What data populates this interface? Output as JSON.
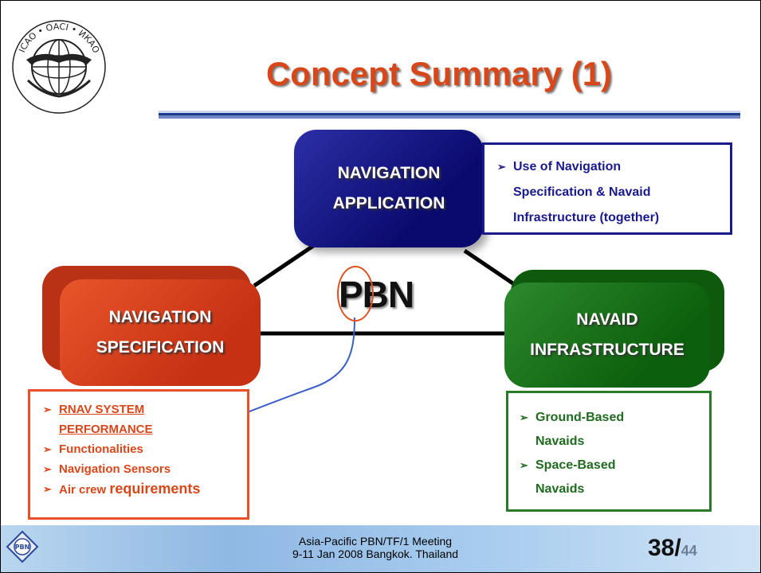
{
  "title": "Concept Summary (1)",
  "diagram": {
    "center_label": "PBN",
    "nodes": {
      "navigation_application": {
        "line1": "NAVIGATION",
        "line2": "APPLICATION",
        "color": "#0a0a6e"
      },
      "navigation_specification": {
        "line1": "NAVIGATION",
        "line2": "SPECIFICATION",
        "color": "#c63113"
      },
      "navaid_infrastructure": {
        "line1": "NAVAID",
        "line2": "INFRASTRUCTURE",
        "color": "#0c5f0c"
      }
    },
    "callouts": {
      "application": [
        "Use of Navigation",
        "Specification & Navaid",
        "Infrastructure (together)"
      ],
      "specification": {
        "items": [
          "RNAV SYSTEM",
          "PERFORMANCE",
          "Functionalities",
          "Navigation Sensors"
        ],
        "last_item_prefix": "Air crew",
        "last_item_emphasis": "requirements"
      },
      "infrastructure": [
        "Ground-Based",
        "Navaids",
        "Space-Based",
        "Navaids"
      ]
    }
  },
  "footer": {
    "meeting_line1": "Asia-Pacific PBN/TF/1 Meeting",
    "meeting_line2": "9-11 Jan 2008  Bangkok. Thailand",
    "page_current": "38/",
    "page_total": "44",
    "badge_text": "PBN"
  },
  "logo": {
    "text": "ICAO • OACI • ИКАО",
    "icon": "icao-emblem"
  },
  "colors": {
    "title": "#d8471a",
    "rule": "#1a3a8f",
    "link_line": "#3b5fc4"
  }
}
